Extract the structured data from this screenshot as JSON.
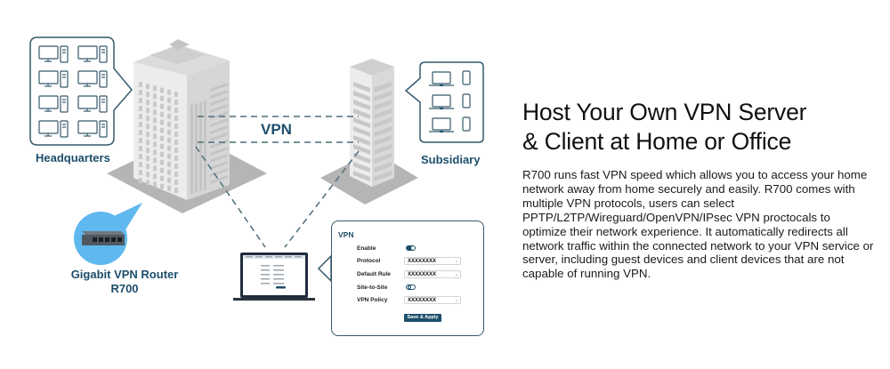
{
  "diagram": {
    "headquarters_label": "Headquarters",
    "subsidiary_label": "Subsidiary",
    "tunnel_label": "VPN",
    "router_label_line1": "Gigabit VPN Router",
    "router_label_line2": "R700",
    "headquarters_devices": [
      "desktop-pc",
      "desktop-pc",
      "desktop-pc",
      "desktop-pc",
      "desktop-pc",
      "desktop-pc",
      "desktop-pc",
      "desktop-pc"
    ],
    "subsidiary_devices": [
      "laptop",
      "phone",
      "laptop",
      "phone",
      "laptop",
      "phone"
    ],
    "colors": {
      "accent": "#1d4e6b",
      "outline": "#36596c",
      "building": "#e4e4e4",
      "building_shadow": "#b5b5b5",
      "router_bubble": "#5fb8ee"
    }
  },
  "vpn_panel": {
    "title": "VPN",
    "rows": [
      {
        "label": "Enable",
        "type": "toggle",
        "on": true
      },
      {
        "label": "Protocol",
        "type": "select",
        "value": "XXXXXXXX"
      },
      {
        "label": "Default Rule",
        "type": "select",
        "value": "XXXXXXXX"
      },
      {
        "label": "Site-to-Site",
        "type": "toggle",
        "on": false
      },
      {
        "label": "VPN Policy",
        "type": "select",
        "value": "XXXXXXXX"
      }
    ],
    "save_label": "Save & Apply"
  },
  "content": {
    "headline_line1": "Host Your Own VPN Server",
    "headline_line2": "& Client at Home or Office",
    "description": "R700 runs fast VPN speed which allows you to access your home network away from home securely and easily. R700 comes with multiple VPN protocols, users can select PPTP/L2TP/Wireguard/OpenVPN/IPsec VPN proctocals to optimize their network experience. It automatically redirects all network traffic within the connected network to your VPN service or server, including guest devices and client devices that are not capable of running VPN."
  }
}
